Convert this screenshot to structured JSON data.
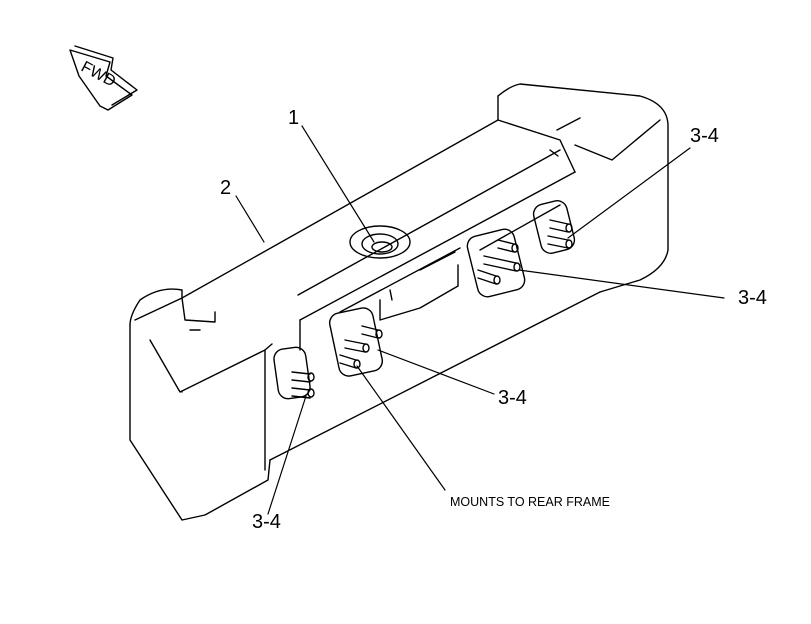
{
  "diagram": {
    "direction_label": "FWD",
    "callouts": [
      "1",
      "2",
      "3-4",
      "3-4",
      "3-4",
      "3-4"
    ],
    "note": "MOUNTS TO REAR FRAME"
  },
  "colors": {
    "line": "#000000",
    "background": "#ffffff"
  }
}
